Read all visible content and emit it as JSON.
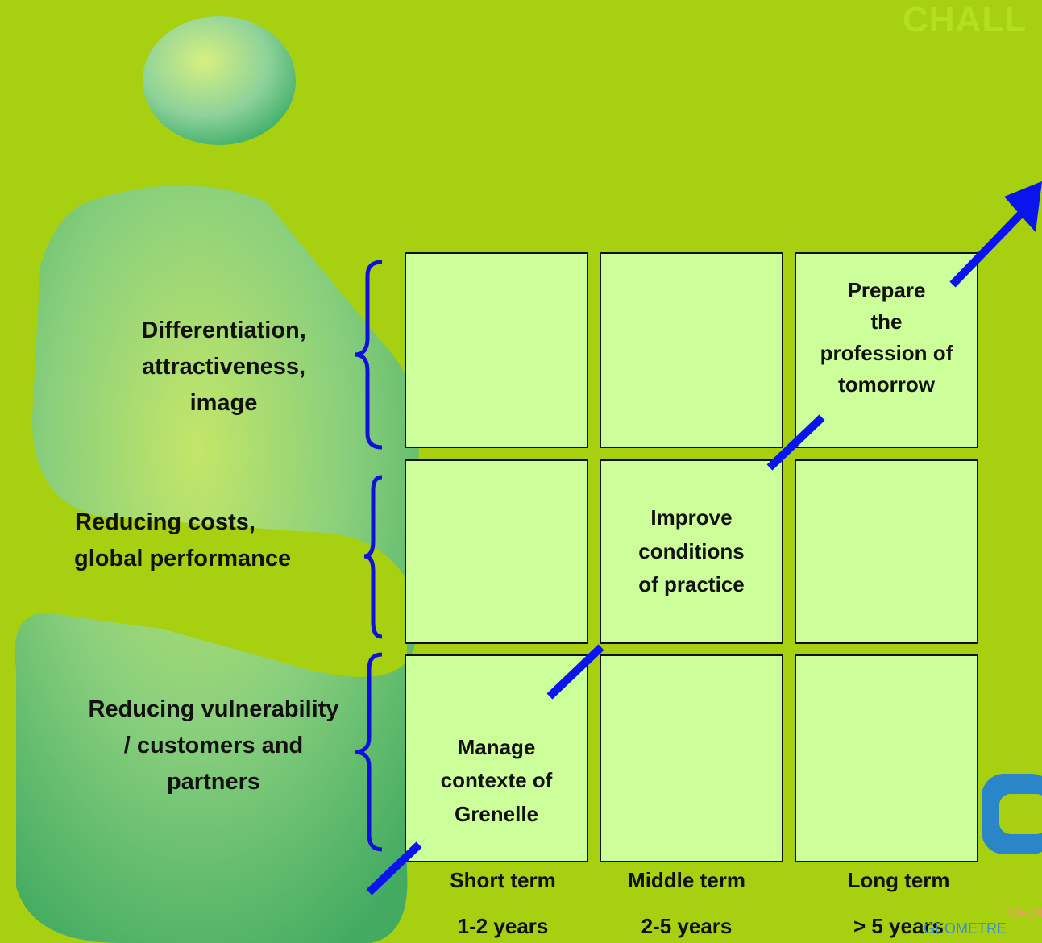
{
  "header": {
    "title": "CHALL"
  },
  "rows": [
    {
      "label_lines": [
        "Differentiation,",
        "attractiveness,",
        "image"
      ]
    },
    {
      "label_lines": [
        "Reducing costs,",
        "global performance"
      ]
    },
    {
      "label_lines": [
        "Reducing vulnerability",
        "/ customers and",
        "partners"
      ]
    }
  ],
  "columns": [
    {
      "label": "Short term",
      "range": "1-2 years"
    },
    {
      "label": "Middle term",
      "range": "2-5 years"
    },
    {
      "label": "Long term",
      "range": "> 5 years"
    }
  ],
  "cells": {
    "top_right": [
      "Prepare",
      "the",
      "profession of",
      "tomorrow"
    ],
    "middle_center": [
      "Improve",
      "conditions",
      "of practice"
    ],
    "bottom_left": [
      "Manage",
      "contexte of",
      "Grenelle"
    ]
  },
  "logo": {
    "line1": "ORDR",
    "line2": "GEOMETRE"
  },
  "colors": {
    "background": "#a6d010",
    "cell_fill": "#ccff99",
    "arrow": "#0a14ee",
    "brace": "#1010dd"
  },
  "icons": {
    "arrow": "blue-diagonal-arrow",
    "brace": "left-curly-brace"
  }
}
